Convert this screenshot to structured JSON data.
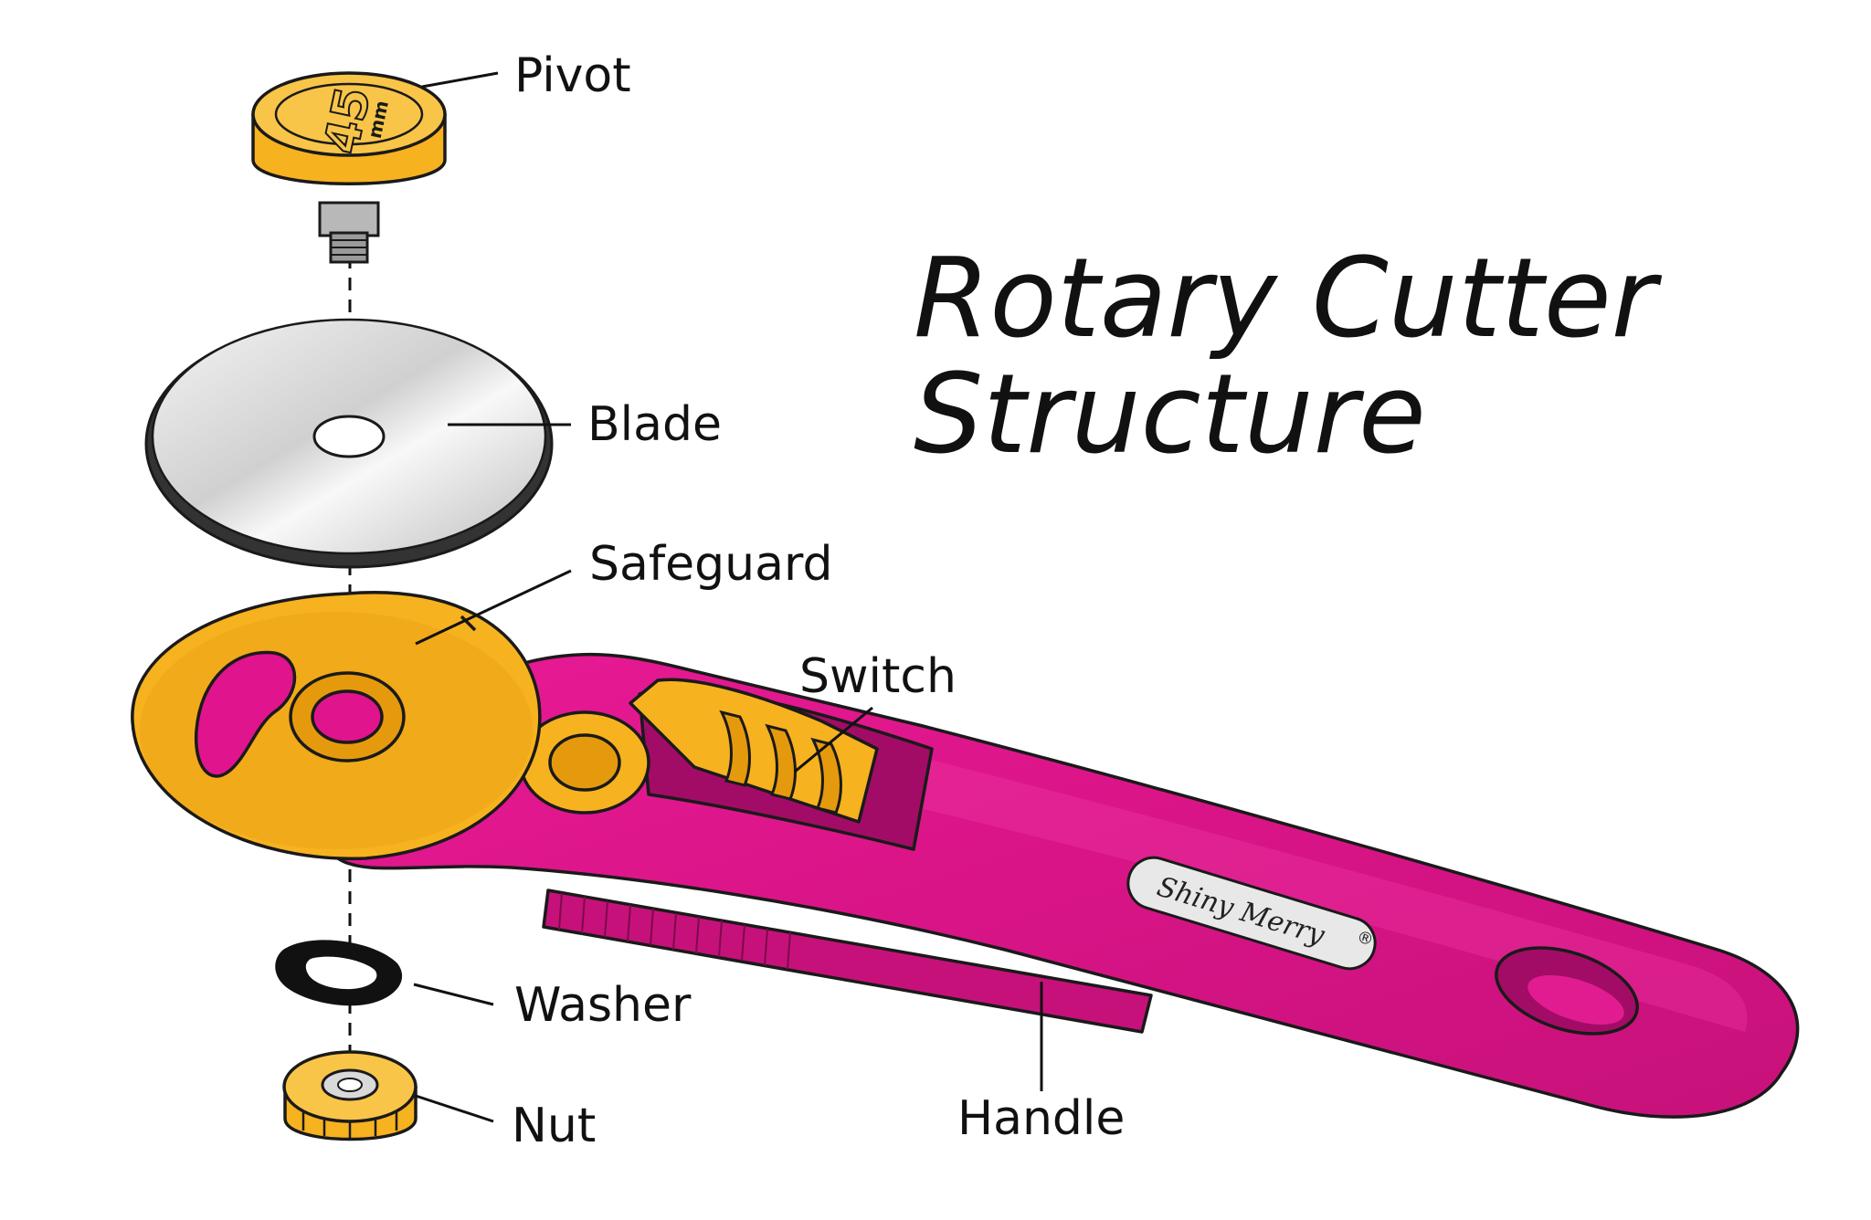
{
  "title": {
    "line1": "Rotary Cutter",
    "line2": "Structure"
  },
  "labels": {
    "pivot": "Pivot",
    "blade": "Blade",
    "safeguard": "Safeguard",
    "switch": "Switch",
    "washer": "Washer",
    "nut": "Nut",
    "handle": "Handle"
  },
  "pivot_marking": {
    "size": "45",
    "unit": "mm"
  },
  "brand_plate": {
    "text": "Shiny Merry",
    "mark": "®"
  },
  "colors": {
    "handle": "#e0148c",
    "handle_dark": "#b50f72",
    "safeguard": "#f7b21f",
    "blade": "#e6e6e6",
    "outline": "#1a1a1a"
  }
}
